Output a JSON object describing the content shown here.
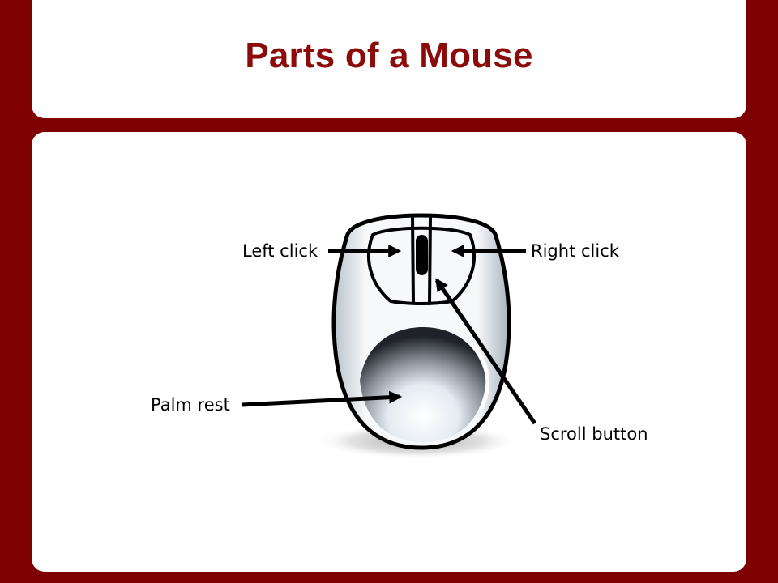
{
  "slide": {
    "title": "Parts of a Mouse"
  },
  "diagram": {
    "labels": {
      "left_click": "Left click",
      "right_click": "Right click",
      "palm_rest": "Palm rest",
      "scroll_button": "Scroll button"
    }
  },
  "colors": {
    "background": "#7f0000",
    "title": "#8b0a0a",
    "panel": "#ffffff",
    "line": "#000000"
  }
}
